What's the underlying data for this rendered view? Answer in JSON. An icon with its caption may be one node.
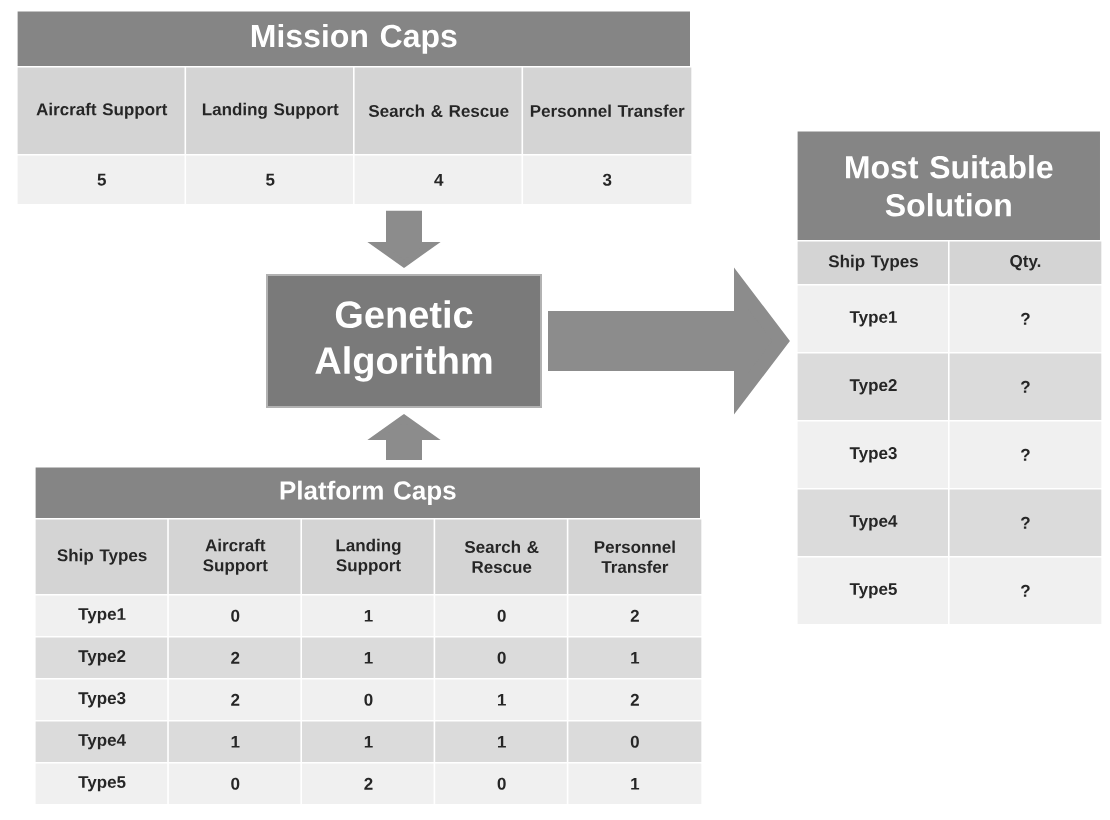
{
  "diagram": {
    "nodes": [
      {
        "text": [
          "Mission Caps",
          "Aircraft Support",
          "Landing Support",
          "Search & Rescue",
          "Personnel Transfer",
          "5",
          "5",
          "4",
          "3"
        ]
      },
      {
        "text": [
          "Genetic Algorithm"
        ]
      },
      {
        "text": [
          "Platform Caps",
          "Ship Types",
          "Aircraft Support",
          "Landing Support",
          "Search & Rescue",
          "Personnel Transfer",
          "Type1",
          "0",
          "1",
          "0",
          "2",
          "Type2",
          "2",
          "1",
          "0",
          "1",
          "Type3",
          "2",
          "0",
          "1",
          "2",
          "Type4",
          "1",
          "1",
          "1",
          "0",
          "Type5",
          "0",
          "2",
          "0",
          "1"
        ]
      },
      {
        "text": [
          "Most Suitable Solution",
          "Ship Types",
          "Qty.",
          "Type1",
          "?",
          "Type2",
          "?",
          "Type3",
          "?",
          "Type4",
          "?",
          "Type5",
          "?"
        ]
      }
    ],
    "edges": [
      {
        "from": 0,
        "to": 1,
        "arrow": "to"
      },
      {
        "from": 2,
        "to": 1,
        "arrow": "to"
      },
      {
        "from": 1,
        "to": 3,
        "arrow": "to"
      }
    ]
  }
}
